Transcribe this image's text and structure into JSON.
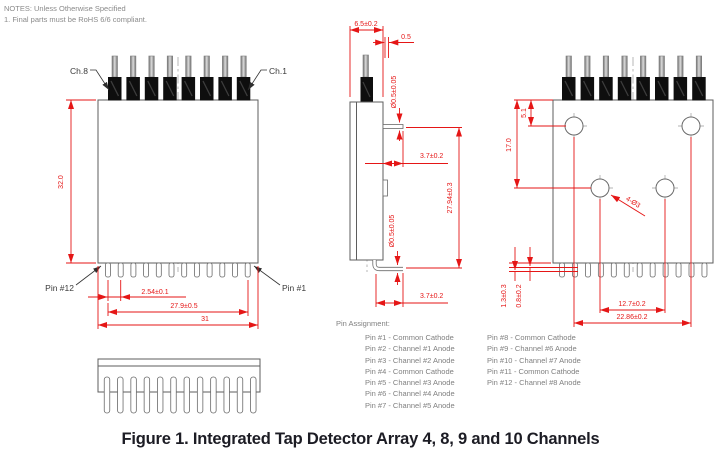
{
  "notes": {
    "line1": "NOTES: Unless Otherwise Specified",
    "line2": "1. Final parts must be RoHS 6/6 compliant."
  },
  "front_view": {
    "label_ch8": "Ch.8",
    "label_ch1": "Ch.1",
    "label_pin12": "Pin #12",
    "label_pin1": "Pin #1",
    "dim_height": "32.0",
    "dim_pin_pitch": "2.54±0.1",
    "dim_pin_span": "27.9±0.5",
    "dim_body_width": "31"
  },
  "side_view": {
    "dim_depth": "6.5±0.2",
    "dim_offset": "0.5",
    "dim_top_pin_dia": "Ø0.5±0.05",
    "dim_top_pin_len": "3.7±0.2",
    "dim_pin_to_pin": "27.94±0.3",
    "dim_bottom_pin_dia": "Ø0.5±0.05",
    "dim_bottom_pin_len": "3.7±0.2"
  },
  "back_view": {
    "dim_hole_row1": "5.1",
    "dim_hole_row2": "17.0",
    "dim_hole_callout": "4-Ø3",
    "dim_inner_hole_span": "12.7±0.2",
    "dim_outer_hole_span": "22.86±0.2",
    "dim_pin_tail": "1.3±0.3",
    "dim_pin_seat": "0.8±0.2"
  },
  "pin_assignment": {
    "title": "Pin Assignment:",
    "left": [
      "Pin #1 - Common Cathode",
      "Pin #2 - Channel #1 Anode",
      "Pin #3 - Channel #2 Anode",
      "Pin #4 - Common Cathode",
      "Pin #5 - Channel #3 Anode",
      "Pin #6 - Channel #4 Anode",
      "Pin #7 - Channel #5 Anode"
    ],
    "right": [
      "Pin #8 - Common Cathode",
      "Pin #9 - Channel #6 Anode",
      "Pin #10 - Channel #7 Anode",
      "Pin #11 - Common Cathode",
      "Pin #12 - Channel #8 Anode"
    ]
  },
  "caption": "Figure 1. Integrated Tap Detector Array 4, 8, 9 and 10 Channels",
  "colors": {
    "dimension_red": "#e51616",
    "outline_gray": "#5d5d5d",
    "note_gray": "#8a8a8a",
    "caption_dark": "#1c1c24"
  }
}
